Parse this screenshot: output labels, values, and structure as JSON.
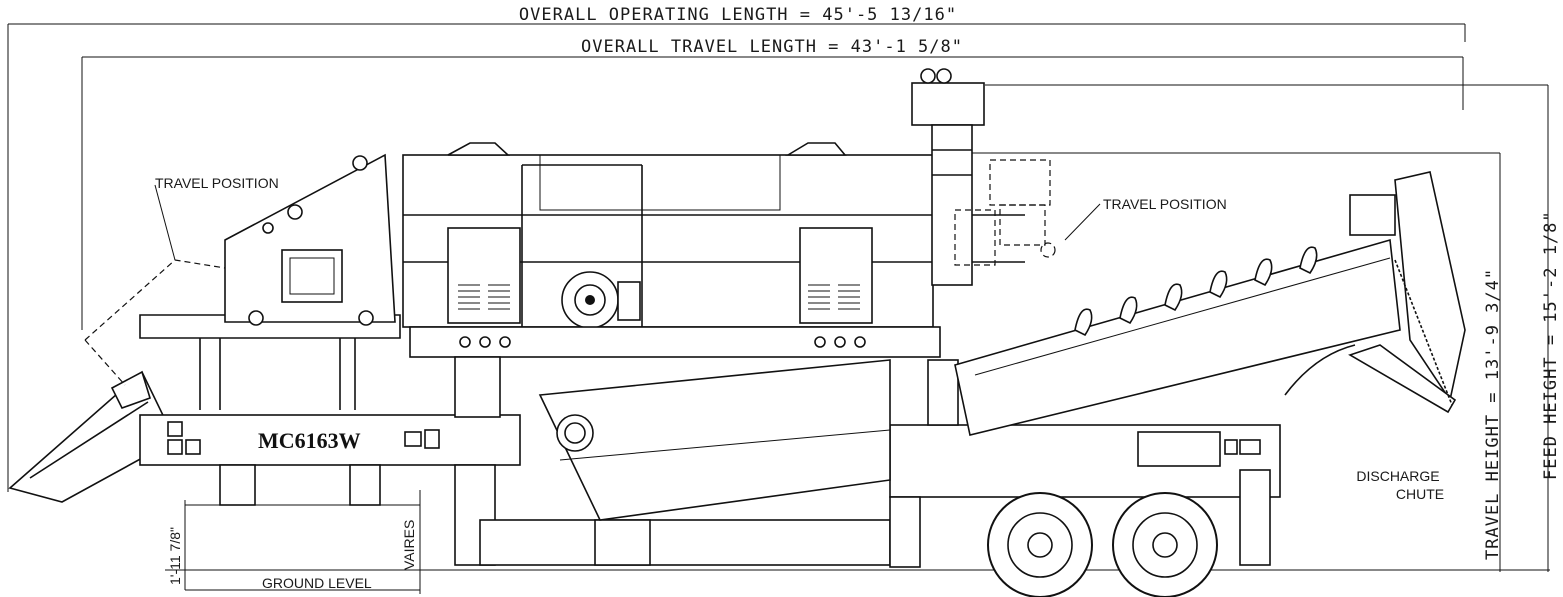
{
  "dimensions": {
    "overall_operating_length": "OVERALL OPERATING LENGTH = 45'-5 13/16\"",
    "overall_travel_length": "OVERALL TRAVEL LENGTH = 43'-1 5/8\"",
    "travel_height": "TRAVEL HEIGHT = 13'-9 3/4\"",
    "feed_height": "FEED HEIGHT = 15'-2 1/8\"",
    "ground_clearance": "1'-11 7/8\""
  },
  "labels": {
    "travel_position_left": "TRAVEL POSITION",
    "travel_position_right": "TRAVEL POSITION",
    "model": "MC6163W",
    "varies": "VAIRES",
    "ground_level": "GROUND LEVEL",
    "discharge_line1": "DISCHARGE",
    "discharge_line2": "CHUTE"
  }
}
